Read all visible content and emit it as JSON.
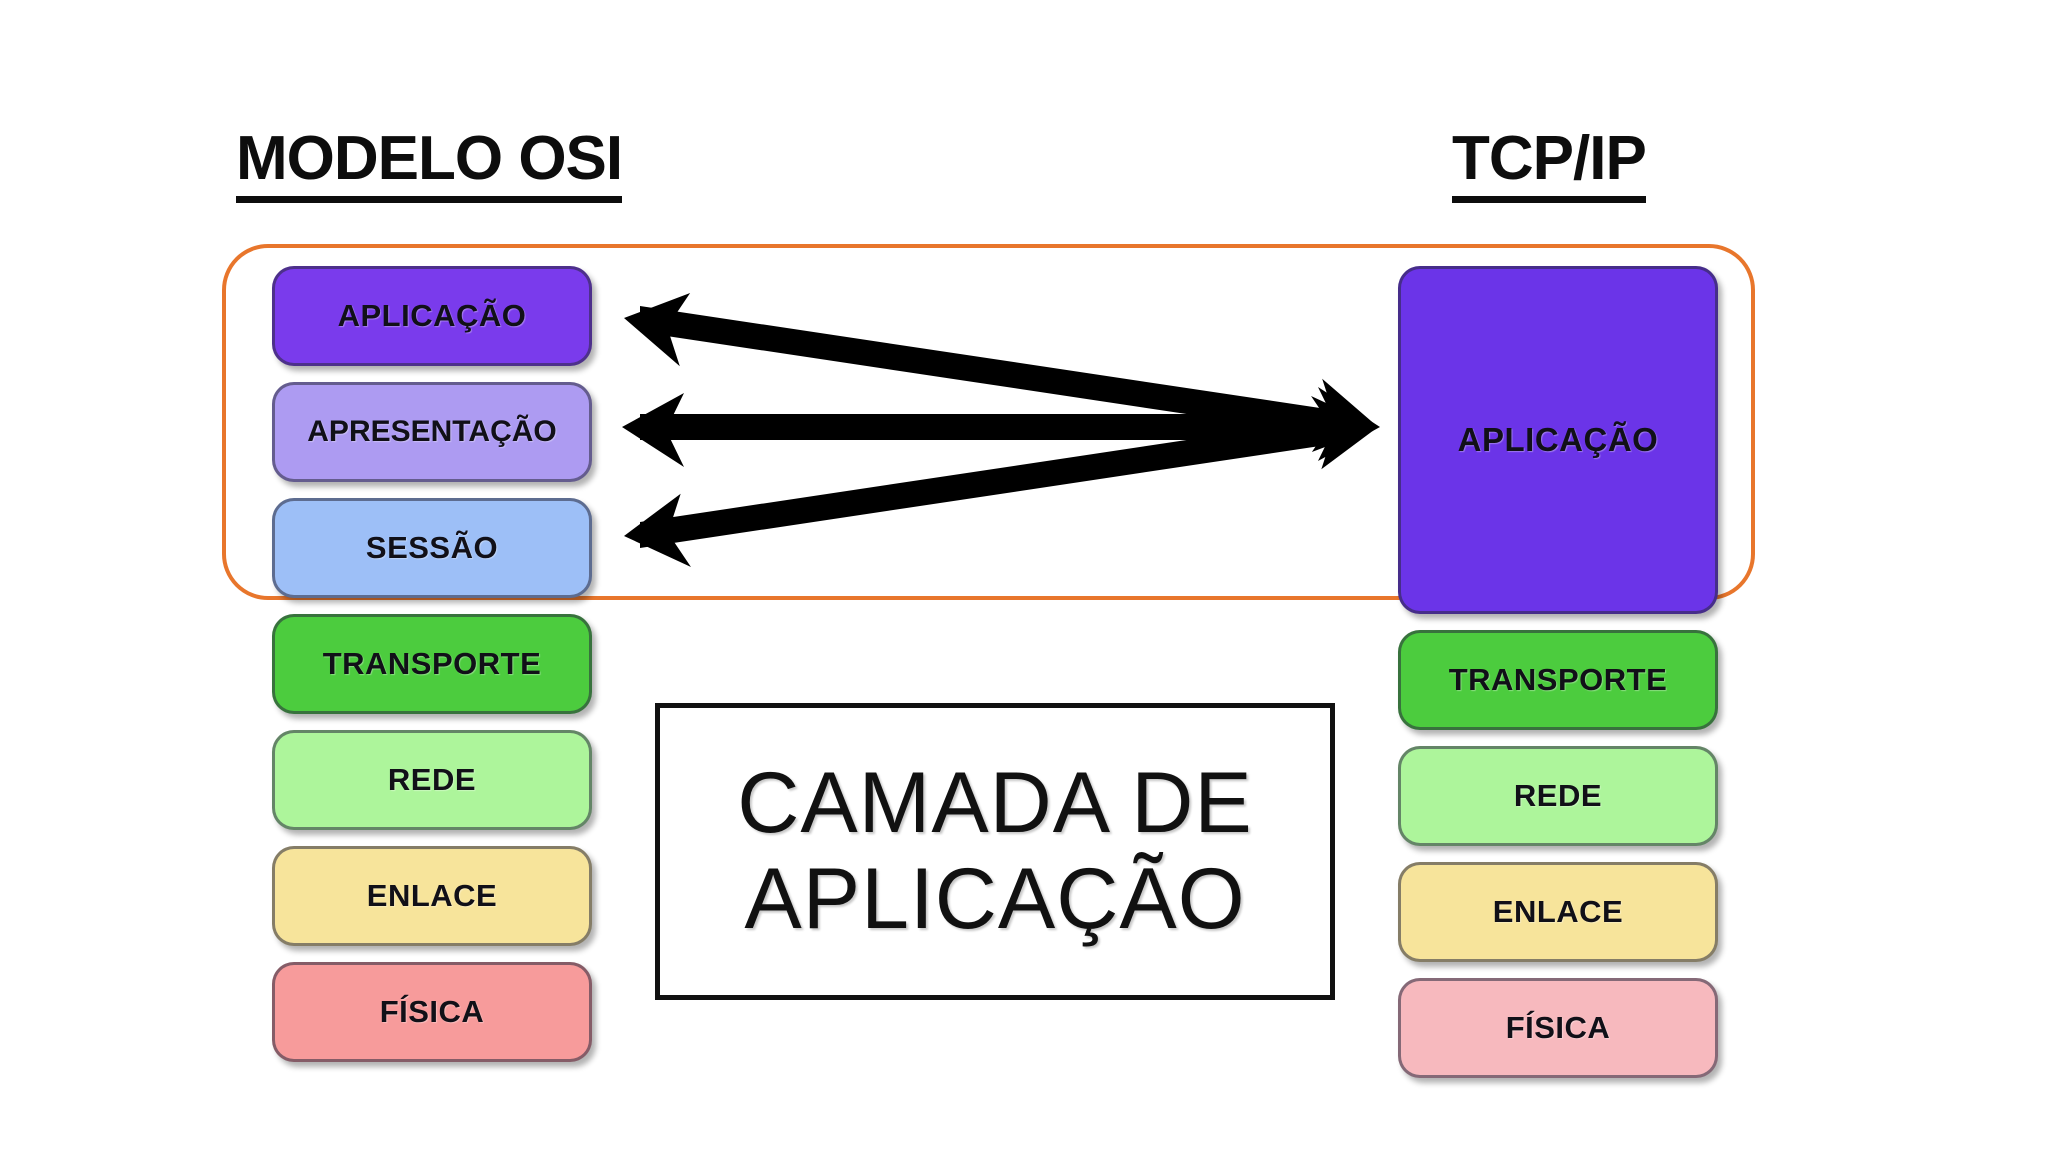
{
  "titles": {
    "left": "MODELO OSI",
    "right": "TCP/IP"
  },
  "osi": {
    "layers": [
      {
        "label": "APLICAÇÃO",
        "color": "#7A3BEC"
      },
      {
        "label": "APRESENTAÇÃO",
        "color": "#AD9BF2"
      },
      {
        "label": "SESSÃO",
        "color": "#9DBFF7"
      },
      {
        "label": "TRANSPORTE",
        "color": "#4CCC3E"
      },
      {
        "label": "REDE",
        "color": "#ADF59B"
      },
      {
        "label": "ENLACE",
        "color": "#F7E49B"
      },
      {
        "label": "FÍSICA",
        "color": "#F79B9B"
      }
    ]
  },
  "tcpip": {
    "layers": [
      {
        "label": "APLICAÇÃO",
        "color": "#6B34E8"
      },
      {
        "label": "TRANSPORTE",
        "color": "#4CCC3E"
      },
      {
        "label": "REDE",
        "color": "#ADF59B"
      },
      {
        "label": "ENLACE",
        "color": "#F7E49B"
      },
      {
        "label": "FÍSICA",
        "color": "#F7B9BE"
      }
    ]
  },
  "caption": {
    "line1": "CAMADA DE",
    "line2": "APLICAÇÃO"
  },
  "group_highlight": {
    "color": "#E8762C",
    "label": "application-layer-grouping"
  },
  "arrows": {
    "color": "#000000",
    "count": 3,
    "items": [
      {
        "name": "arrow-aplicacao",
        "from_layer": "APLICAÇÃO",
        "to_layer": "APLICAÇÃO",
        "bidirectional": true
      },
      {
        "name": "arrow-apresentacao",
        "from_layer": "APRESENTAÇÃO",
        "to_layer": "APLICAÇÃO",
        "bidirectional": true
      },
      {
        "name": "arrow-sessao",
        "from_layer": "SESSÃO",
        "to_layer": "APLICAÇÃO",
        "bidirectional": true
      }
    ]
  }
}
